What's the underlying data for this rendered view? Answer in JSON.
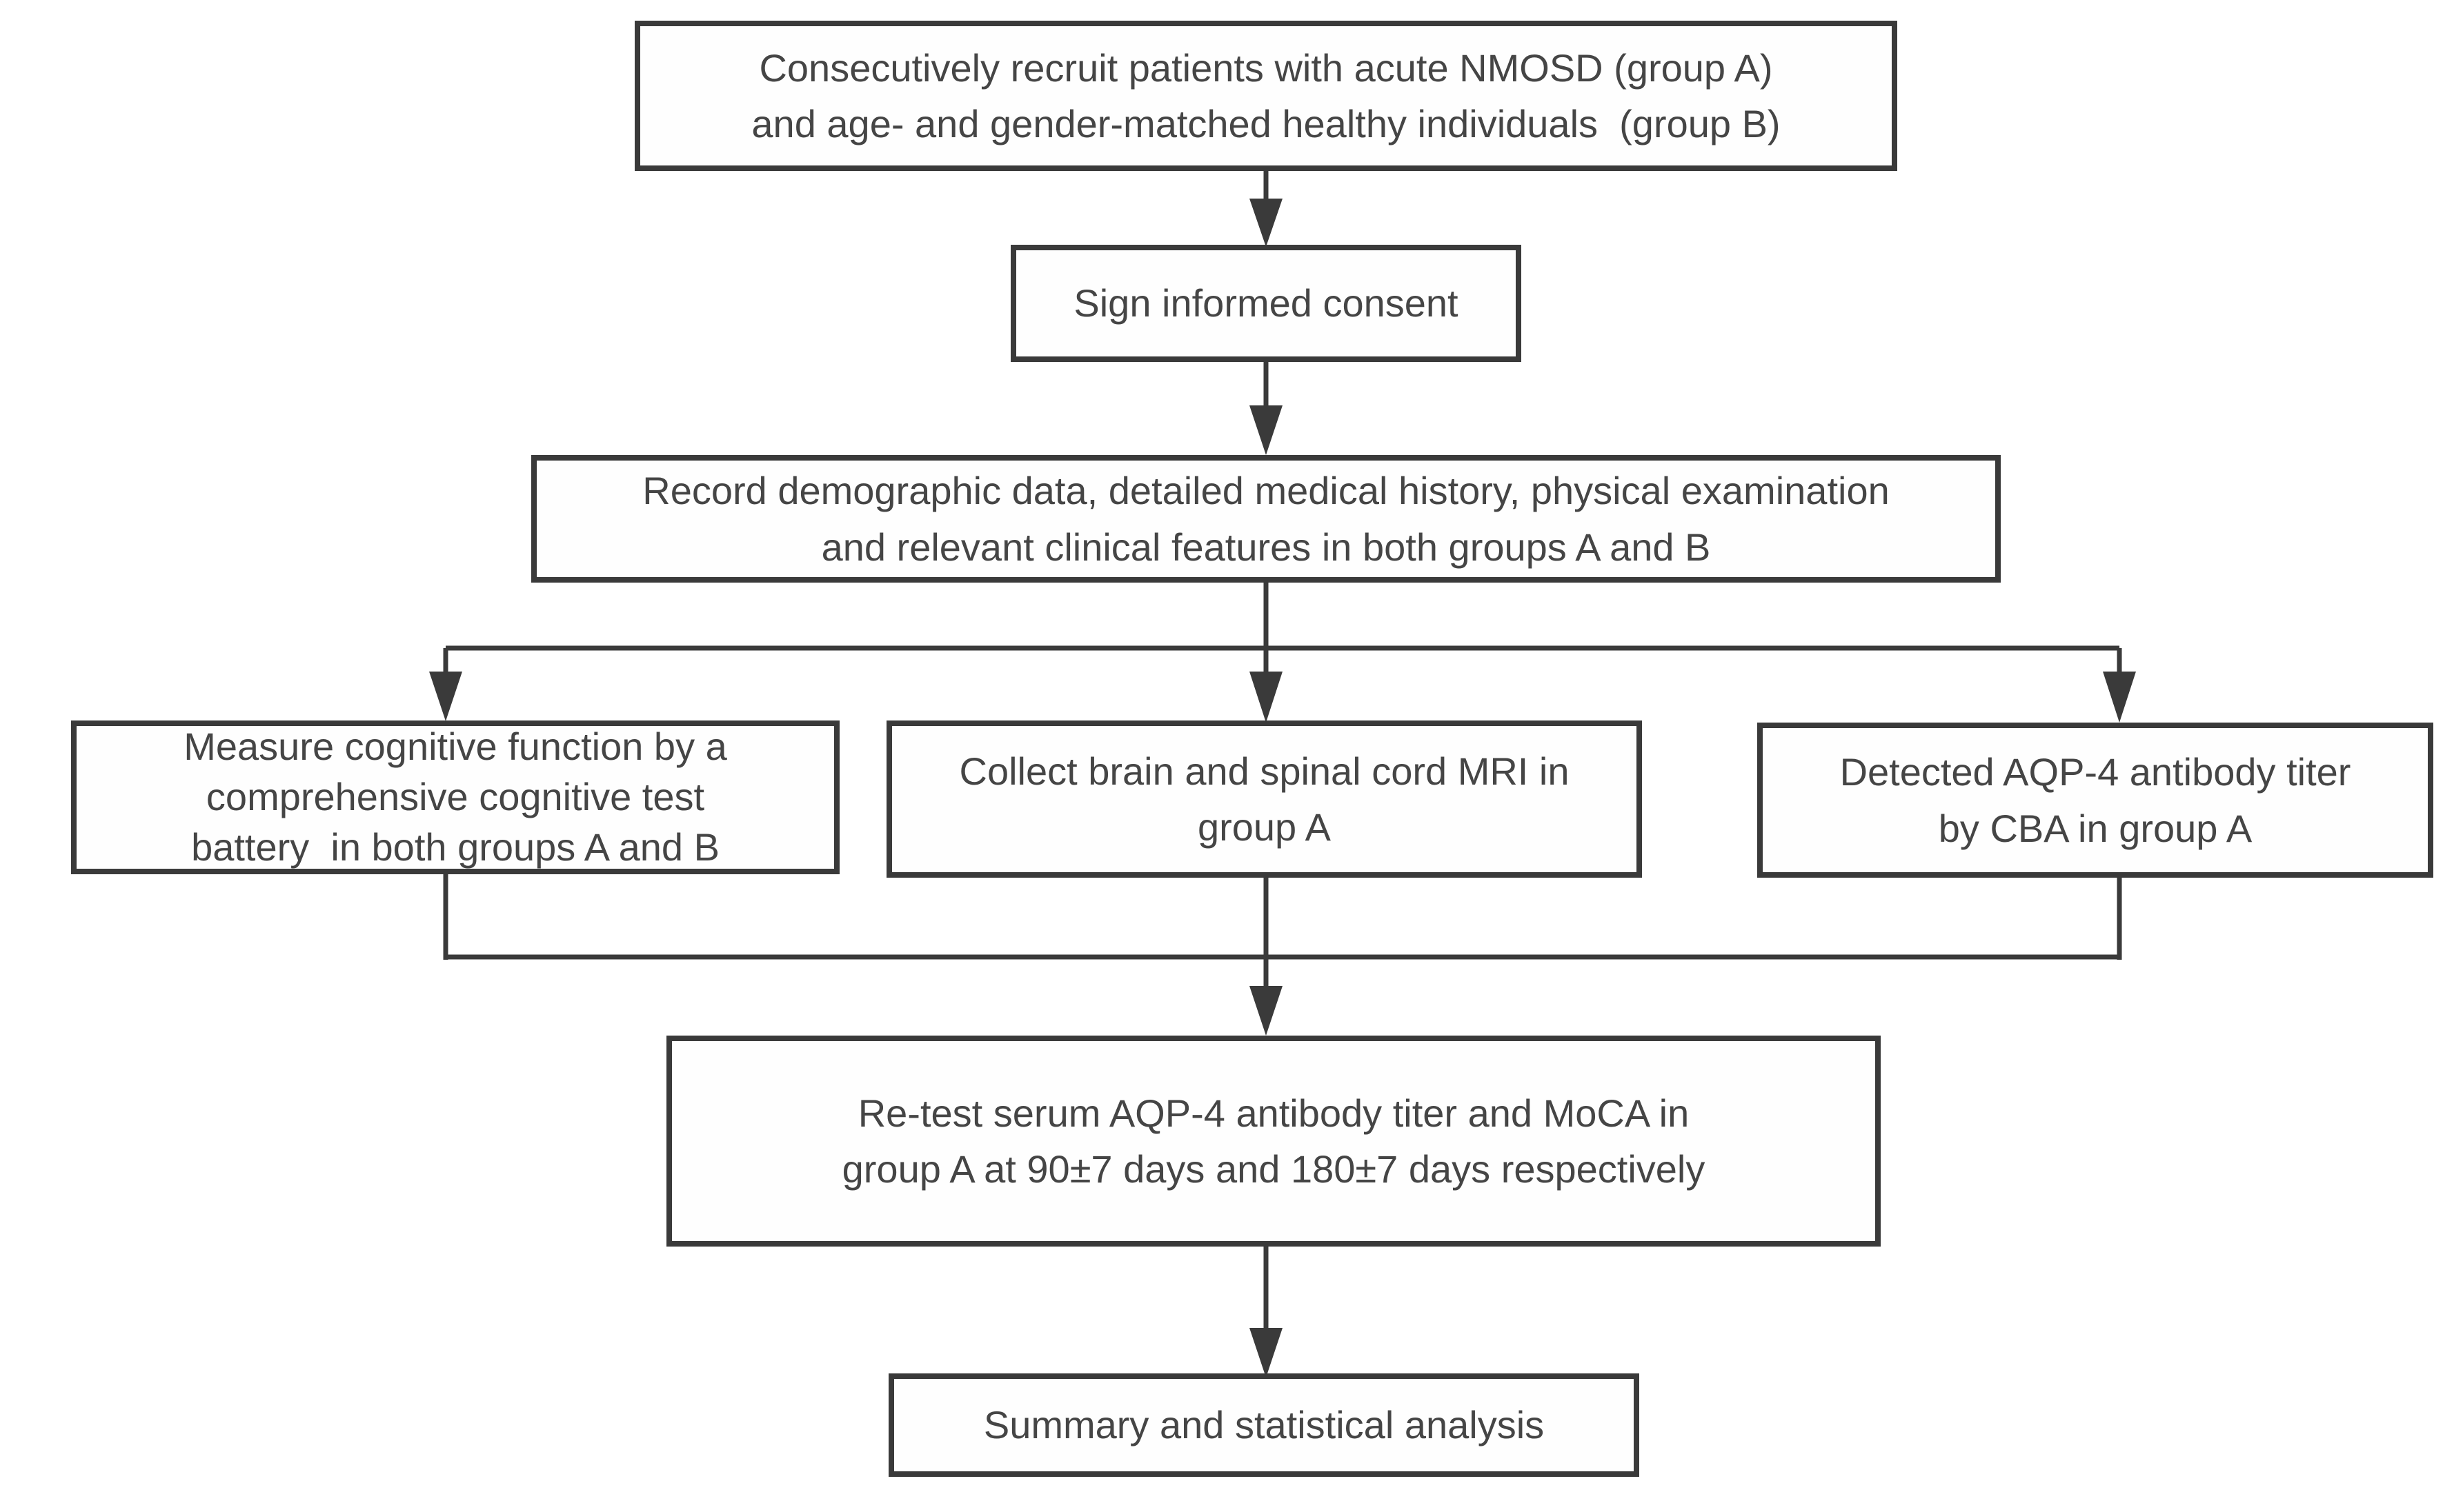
{
  "colors": {
    "line": "#3a3a3a",
    "border": "#3a3a3a",
    "text": "#454545",
    "background": "#ffffff"
  },
  "nodes": {
    "recruit": {
      "text": "Consecutively recruit patients with acute NMOSD (group A)\nand age- and gender-matched healthy individuals  (group B)"
    },
    "consent": {
      "text": "Sign informed consent"
    },
    "record": {
      "text": "Record demographic data, detailed medical history, physical examination\nand relevant clinical features in both groups A and B"
    },
    "cognitive": {
      "text": "Measure cognitive function by a\ncomprehensive cognitive test\nbattery  in both groups A and B"
    },
    "mri": {
      "text": "Collect brain and spinal cord MRI in\ngroup A"
    },
    "aqp4": {
      "text": "Detected AQP-4 antibody titer\nby CBA in group A"
    },
    "retest": {
      "text": "Re-test serum AQP-4 antibody titer and MoCA in\ngroup A at 90±7 days and 180±7 days respectively"
    },
    "summary": {
      "text": "Summary and statistical analysis"
    }
  },
  "edges": [
    {
      "from": "recruit",
      "to": "consent"
    },
    {
      "from": "consent",
      "to": "record"
    },
    {
      "from": "record",
      "to": "cognitive"
    },
    {
      "from": "record",
      "to": "mri"
    },
    {
      "from": "record",
      "to": "aqp4"
    },
    {
      "from": "cognitive",
      "to": "retest"
    },
    {
      "from": "mri",
      "to": "retest"
    },
    {
      "from": "aqp4",
      "to": "retest"
    },
    {
      "from": "retest",
      "to": "summary"
    }
  ]
}
